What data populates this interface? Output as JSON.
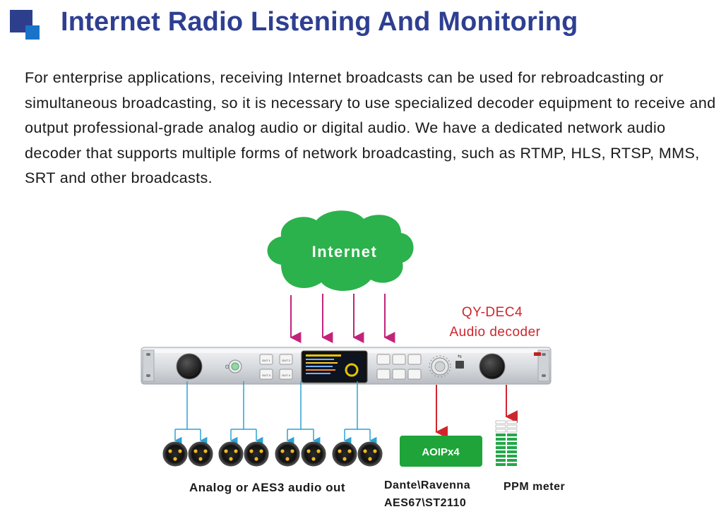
{
  "header": {
    "title": "Internet Radio Listening And Monitoring",
    "logo_icon": "blue-squares-logo"
  },
  "description": "For enterprise applications, receiving Internet broadcasts can be used for rebroadcasting or simultaneous broadcasting, so it is necessary to use specialized decoder equipment to receive and output professional-grade analog audio or digital audio. We have a dedicated network audio decoder that supports multiple forms of network broadcasting, such as RTMP, HLS, RTSP, MMS, SRT and other broadcasts.",
  "diagram": {
    "cloud_label": "Internet",
    "device_model": "QY-DEC4",
    "device_type": "Audio decoder",
    "aoip_label": "AOIPx4",
    "analog_out_label": "Analog or AES3 audio out",
    "dante_line1": "Dante\\Ravenna",
    "dante_line2": "AES67\\ST2110",
    "ppm_label": "PPM meter",
    "panel_buttons": [
      "OUT 1",
      "OUT 2",
      "OUT 3",
      "OUT 4"
    ],
    "colors": {
      "cloud": "#2bb24c",
      "title": "#2e3f92",
      "accent_red": "#d0262b",
      "magenta_arrow": "#c2237a",
      "cyan_line": "#2ba3d6",
      "aoip_green": "#1fa43a"
    }
  }
}
